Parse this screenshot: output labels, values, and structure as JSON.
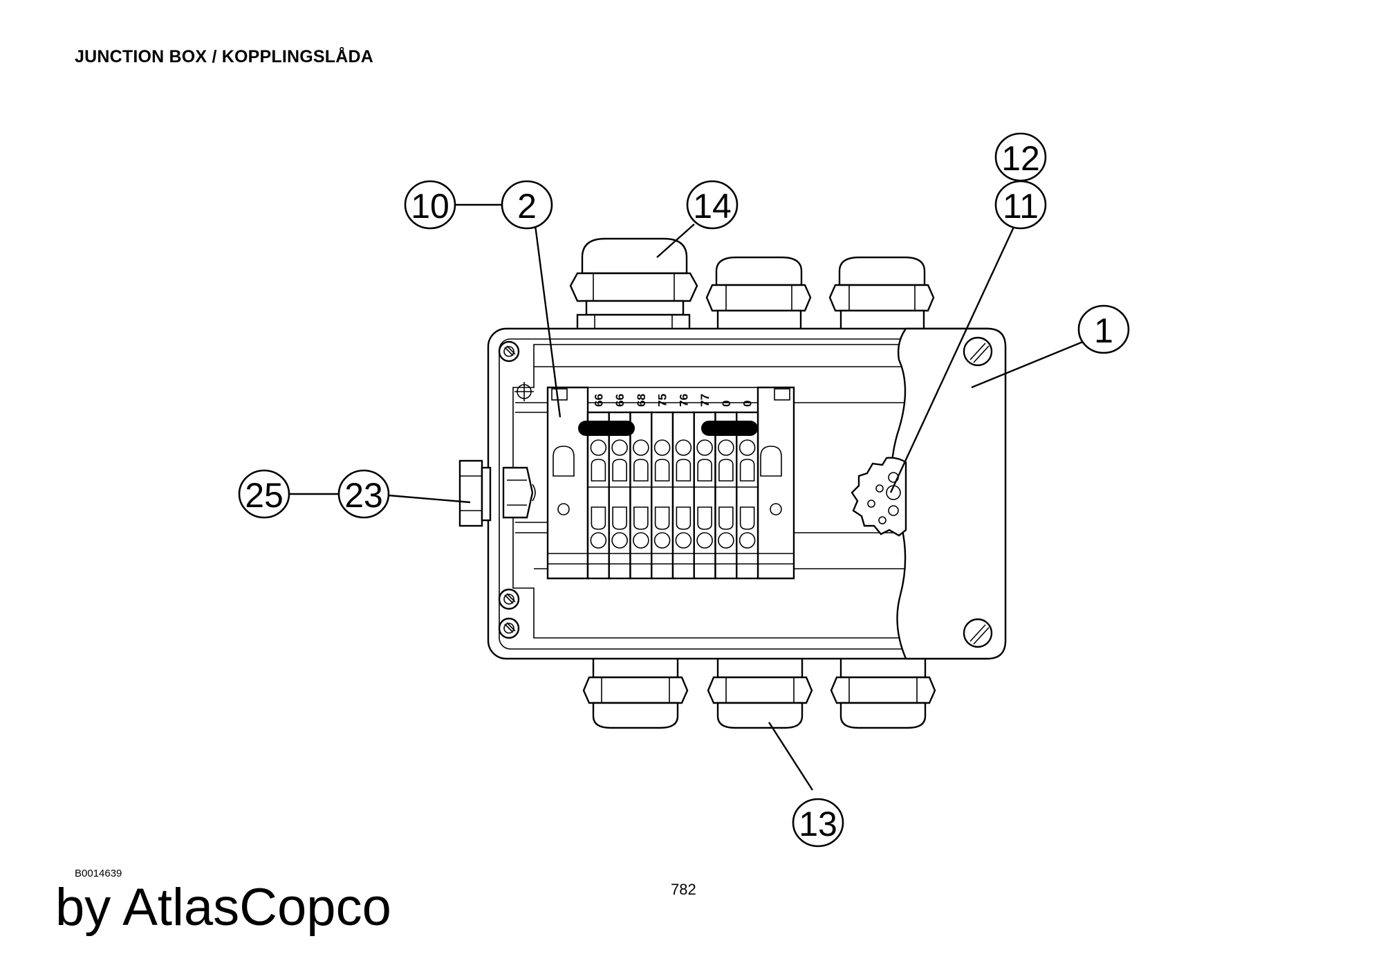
{
  "title": "JUNCTION BOX / KOPPLINGSLÅDA",
  "drawing_id": "B0014639",
  "brand": "by AtlasCopco",
  "page_number": "782",
  "callouts": [
    "10",
    "2",
    "14",
    "12",
    "11",
    "1",
    "25",
    "23",
    "13"
  ],
  "terminal_labels": [
    "66",
    "66",
    "68",
    "75",
    "76",
    "77",
    "0",
    "0"
  ]
}
